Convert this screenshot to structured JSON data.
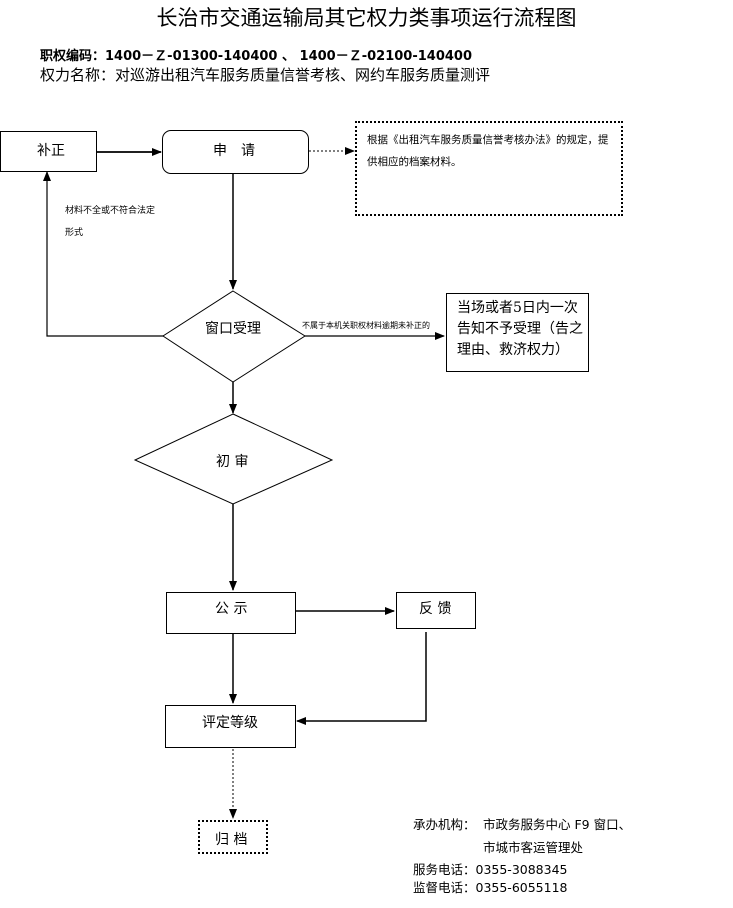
{
  "title": "长治市交通运输局其它权力类事项运行流程图",
  "code_line": "职权编码：1400－Ｚ-01300-140400  、  1400－Ｚ-02100-140400",
  "power_line": "权力名称：对巡游出租汽车服务质量信誉考核、网约车服务质量测评",
  "nodes": {
    "buzheng": "补正",
    "shenqing": "申　请",
    "window": "窗口受理",
    "chushen": "初 审",
    "gongshi": "公 示",
    "fankui": "反 馈",
    "pingding": "评定等级",
    "guidang": "归 档"
  },
  "notes": {
    "materials": "根据《出租汽车服务质量信誉考核办法》的规定，提供相应的档案材料。",
    "incomplete": "材料不全或不符合法定形式",
    "not_jurisdiction": "不属于本机关职权材料逾期未补正的",
    "reject": "当场或者5日内一次告知不予受理（告之理由、救济权力）"
  },
  "footer": {
    "org_label": "承办机构：",
    "org_line1": "市政务服务中心 F9 窗口、",
    "org_line2": "市城市客运管理处",
    "service_phone": "服务电话：0355-3088345",
    "supervise_phone": "监督电话：0355-6055118"
  }
}
